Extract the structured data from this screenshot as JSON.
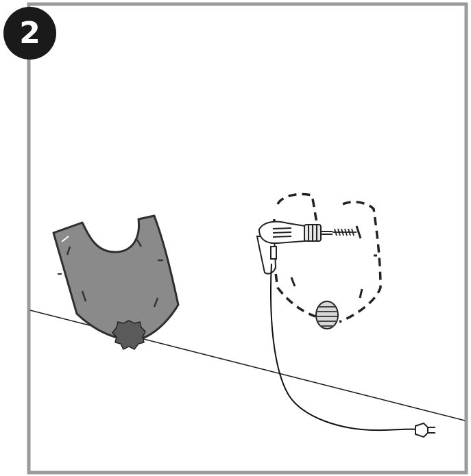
{
  "step": {
    "number": "2"
  },
  "colors": {
    "frame": "#9a9a9a",
    "plate": "#8a8a8a",
    "plate_outline": "#2e2e2e",
    "ink": "#1a1a1a",
    "badge": "#1a1a1a"
  },
  "icons": [
    "mounting-plate",
    "plate-knob",
    "drill-icon",
    "screw-icon",
    "dashed-template-outline",
    "wall-plug-icon",
    "power-plug-icon",
    "power-cord"
  ]
}
